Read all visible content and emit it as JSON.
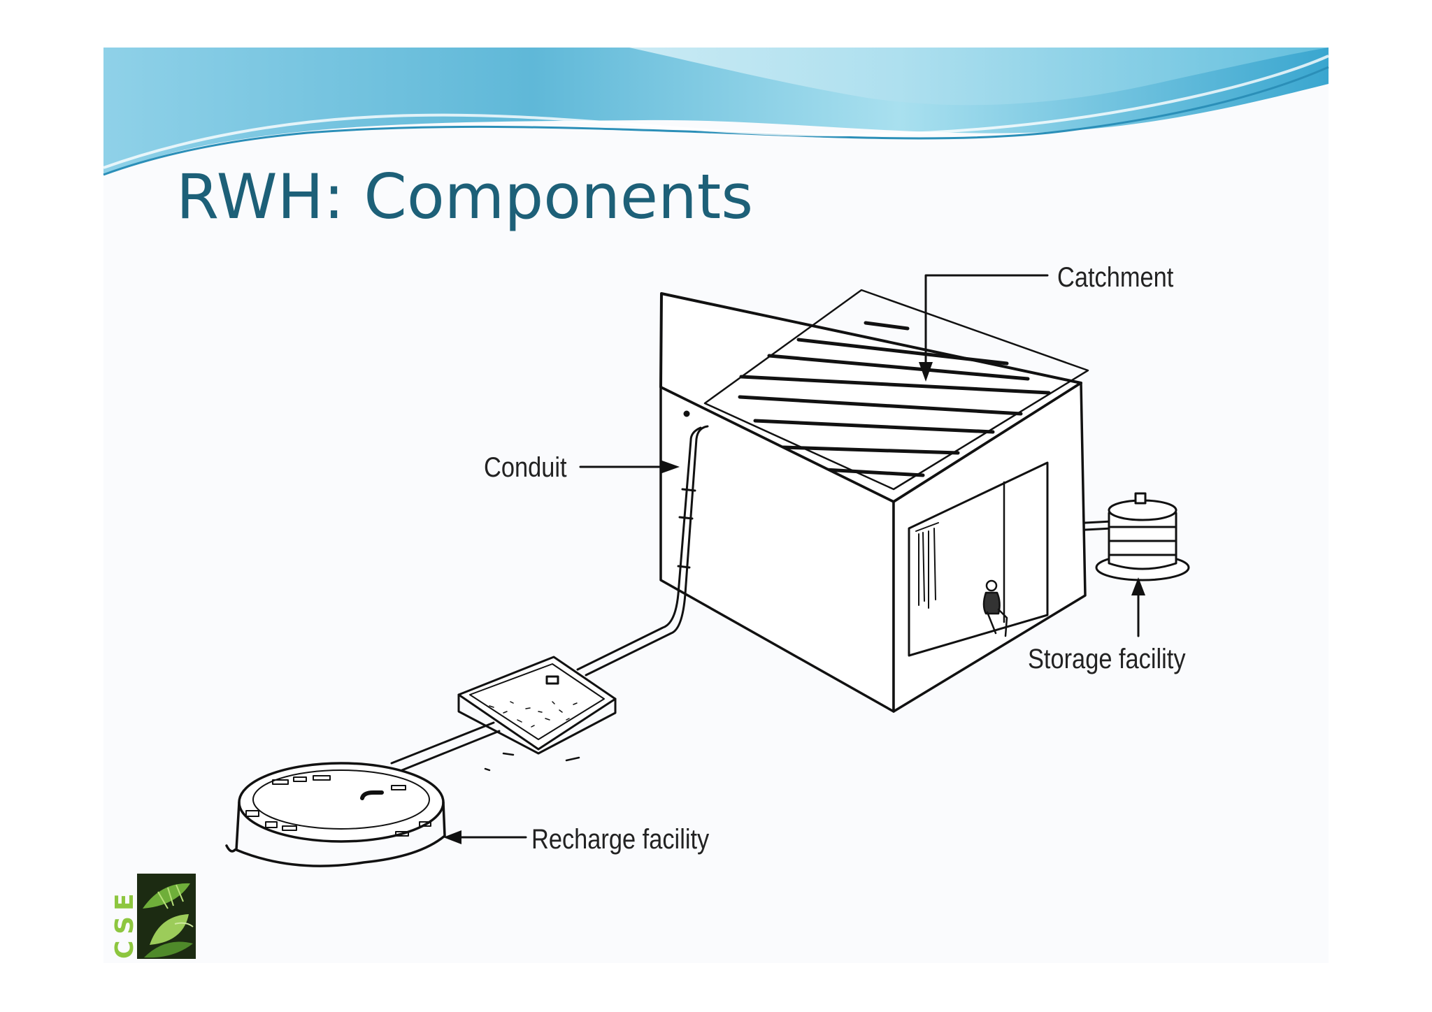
{
  "slide": {
    "title": "RWH: Components"
  },
  "diagram": {
    "labels": {
      "catchment": "Catchment",
      "conduit": "Conduit",
      "storage": "Storage facility",
      "recharge": "Recharge facility"
    }
  },
  "logo": {
    "letters": "CSE",
    "color": "#8dc63f"
  },
  "colors": {
    "title": "#1d6078",
    "wave_light": "#bfe6f3",
    "wave_mid": "#7ccfe6",
    "wave_dark": "#2f9cc3"
  }
}
